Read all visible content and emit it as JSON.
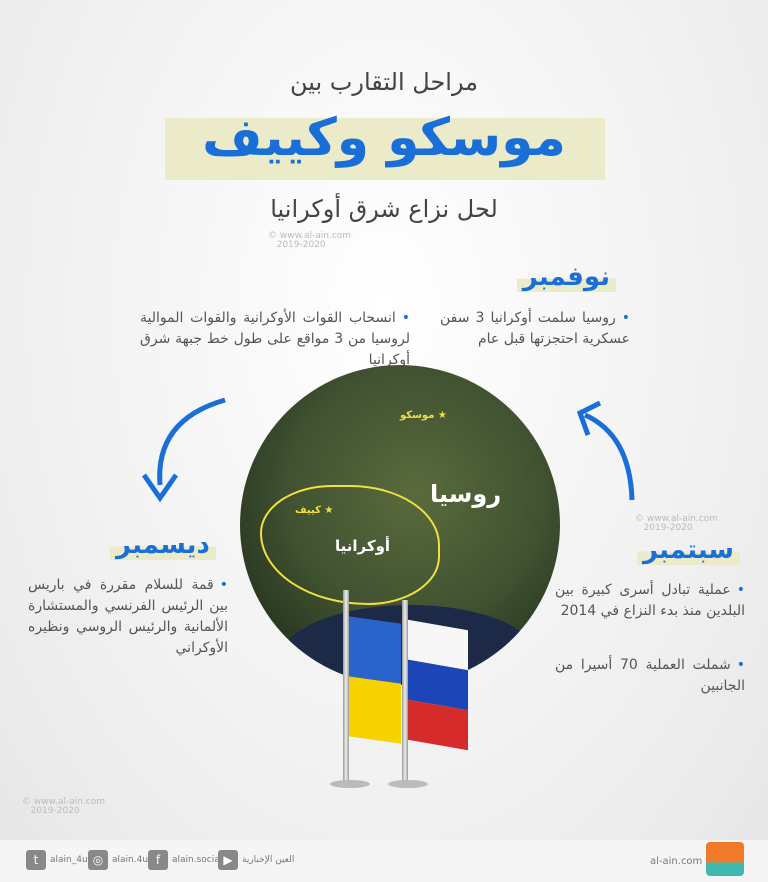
{
  "title": {
    "line1": "مراحل التقارب بين",
    "line2": "موسكو وكييف",
    "line3": "لحل نزاع شرق أوكرانيا"
  },
  "watermark": {
    "site": "www.al-ain.com",
    "years": "2019-2020"
  },
  "sections": {
    "november": {
      "heading": "نوفمبر",
      "bullets": [
        "روسيا سلمت أوكرانيا 3 سفن عسكرية احتجزتها قبل عام",
        "انسحاب القوات الأوكرانية والقوات الموالية لروسيا من 3 مواقع على طول خط جبهة شرق أوكرانيا"
      ]
    },
    "december": {
      "heading": "ديسمبر",
      "bullets": [
        "قمة للسلام مقررة في باريس بين الرئيس الفرنسي والمستشارة الألمانية والرئيس الروسي ونظيره الأوكراني"
      ]
    },
    "september": {
      "heading": "سبتمبر",
      "bullets": [
        "عملية تبادل أسرى كبيرة بين البلدين منذ بدء النزاع في 2014",
        "شملت العملية 70 أسيرا من الجانبين"
      ]
    }
  },
  "map": {
    "russia": "روسيا",
    "ukraine": "أوكرانيا",
    "moscow": "موسكو",
    "kyiv": "كييف"
  },
  "footer": {
    "site": "al-ain.com",
    "youtube": "العين الإخبارية",
    "facebook": "alain.social",
    "instagram": "alain.4u",
    "twitter": "alain_4u",
    "logo": "العين الإخبارية"
  },
  "colors": {
    "accent": "#1a6ed8",
    "highlight": "#ecebc9"
  }
}
